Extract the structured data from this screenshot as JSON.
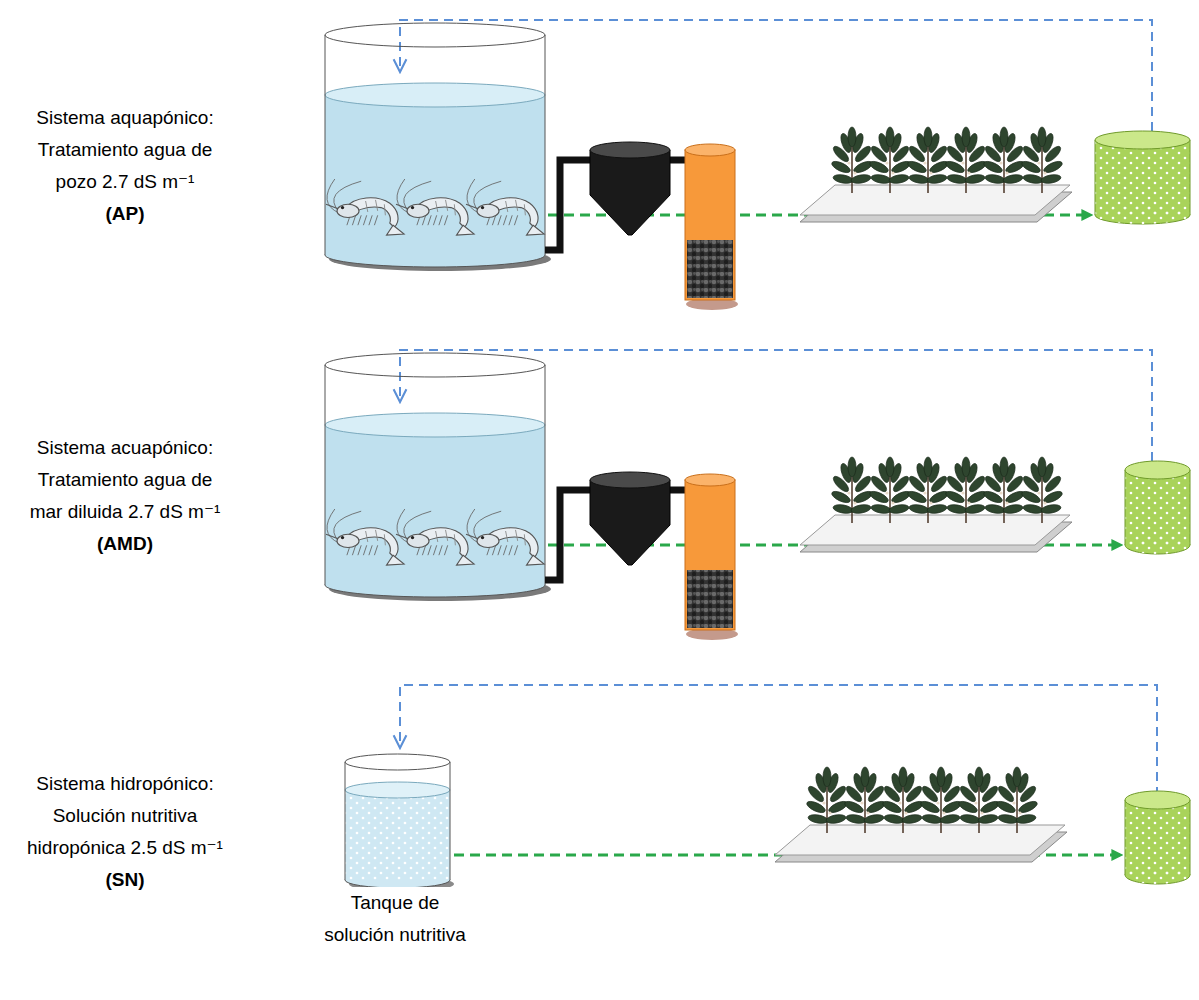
{
  "diagram": {
    "nodes": [
      {
        "text": [
          "Tanque de solución nutritiva"
        ]
      }
    ],
    "labels": [
      "Sistema aquapónico: Tratamiento agua de pozo 2.7 dS m⁻¹",
      "(AP)",
      "Sistema acuapónico: Tratamiento agua de mar diluida 2.7 dS m⁻¹",
      "(AMD)",
      "Sistema hidropónico: Solución nutritiva hidropónica 2.5 dS m⁻¹",
      "(SN)"
    ]
  }
}
